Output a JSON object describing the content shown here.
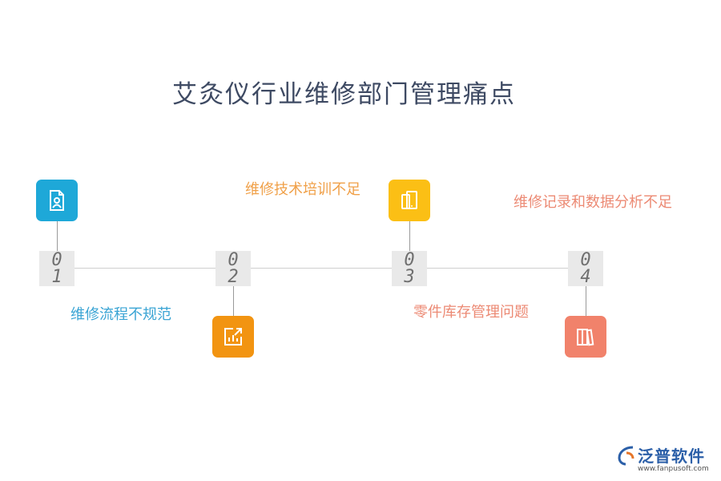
{
  "title": "艾灸仪行业维修部门管理痛点",
  "colors": {
    "blue": "#1ea8d8",
    "orange": "#f29411",
    "yellow": "#fbbf15",
    "salmon": "#f1826b",
    "label_orange": "#f0a048",
    "label_blue": "#3aa4d4",
    "label_salmon": "#ec8a74"
  },
  "items": [
    {
      "num_top": "0",
      "num_bottom": "1",
      "label": "维修流程不规范",
      "icon": "user-document-icon"
    },
    {
      "num_top": "0",
      "num_bottom": "2",
      "label": "维修技术培训不足",
      "icon": "bar-chart-export-icon"
    },
    {
      "num_top": "0",
      "num_bottom": "3",
      "label": "零件库存管理问题",
      "icon": "mobile-tablet-icon"
    },
    {
      "num_top": "0",
      "num_bottom": "4",
      "label": "维修记录和数据分析不足",
      "icon": "books-icon"
    }
  ],
  "logo": {
    "name": "泛普软件",
    "url": "www.fanpusoft.com"
  }
}
